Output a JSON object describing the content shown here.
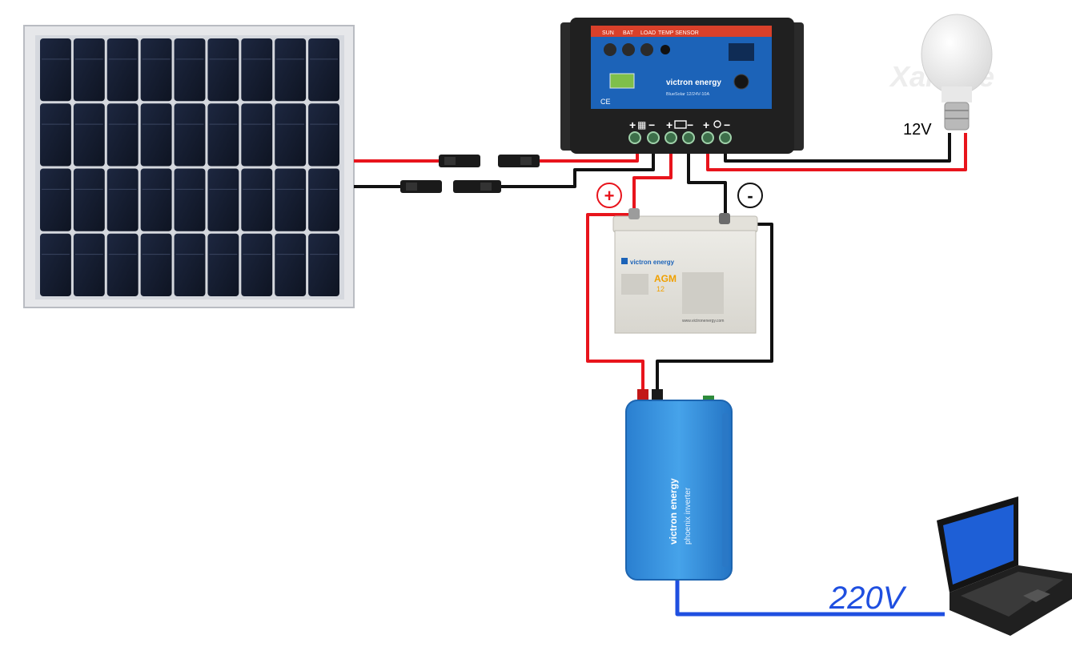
{
  "controller": {
    "labels": {
      "sun": "SUN",
      "bat": "BAT",
      "load": "LOAD",
      "temp": "TEMP SENSOR"
    },
    "brand": "victron energy",
    "model_line": "BlueSolar 12/24V-10A",
    "terminal_signs": {
      "plus": "+",
      "minus": "−"
    },
    "ce_mark": "CE"
  },
  "battery": {
    "brand": "victron energy",
    "type_label": "AGM",
    "voltage_label": "12",
    "website": "www.victronenergy.com"
  },
  "inverter": {
    "brand": "victron energy",
    "model": "phoenix inverter"
  },
  "bulb": {
    "voltage_label": "12V",
    "watermark": "XanLite"
  },
  "markers": {
    "positive": "+",
    "negative": "-"
  },
  "ac_output": {
    "voltage_label": "220V"
  },
  "colors": {
    "positive_wire": "#e8141c",
    "negative_wire": "#111111",
    "ac_wire": "#1f4fe0",
    "controller_blue": "#1c63b8",
    "inverter_blue": "#2f86d6"
  }
}
